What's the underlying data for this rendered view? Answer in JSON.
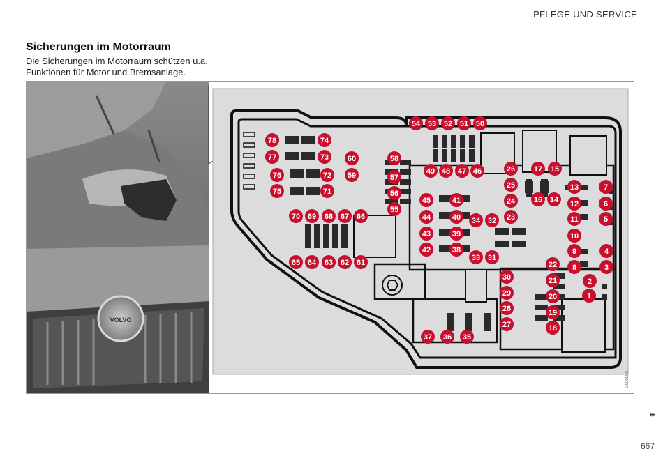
{
  "header": {
    "title": "PFLEGE UND SERVICE"
  },
  "section": {
    "title": "Sicherungen im Motorraum",
    "description_line1": "Die Sicherungen im Motorraum schützen u.a.",
    "description_line2": "Funktionen für Motor und Bremsanlage."
  },
  "figure": {
    "id": "G000000",
    "fuse_numbers": [
      "1",
      "2",
      "3",
      "4",
      "5",
      "6",
      "7",
      "8",
      "9",
      "10",
      "11",
      "12",
      "13",
      "14",
      "15",
      "16",
      "17",
      "18",
      "19",
      "20",
      "21",
      "22",
      "23",
      "24",
      "25",
      "26",
      "27",
      "28",
      "29",
      "30",
      "31",
      "32",
      "33",
      "34",
      "35",
      "36",
      "37",
      "38",
      "39",
      "40",
      "41",
      "42",
      "43",
      "44",
      "45",
      "46",
      "47",
      "48",
      "49",
      "50",
      "51",
      "52",
      "53",
      "54",
      "55",
      "56",
      "57",
      "58",
      "59",
      "60",
      "61",
      "62",
      "63",
      "64",
      "65",
      "66",
      "67",
      "68",
      "69",
      "70",
      "71",
      "72",
      "73",
      "74",
      "75",
      "76",
      "77",
      "78"
    ],
    "logo_text": "VOLVO"
  },
  "footer": {
    "continue_marker": "▸▸",
    "page_number": "667"
  },
  "colors": {
    "callout": "#c8102e",
    "diagram_bg": "#dcdcdc",
    "outline": "#111111"
  }
}
